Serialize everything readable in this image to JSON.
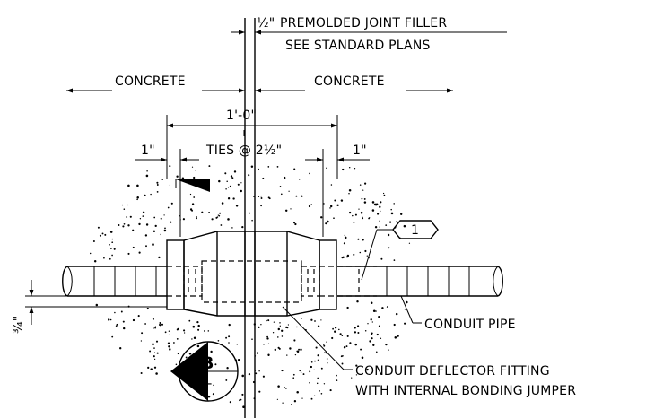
{
  "labels": {
    "joint_filler_fraction": "½\"",
    "joint_filler_text": "PREMOLDED JOINT FILLER",
    "see_plans": "SEE STANDARD PLANS",
    "concrete_left": "CONCRETE",
    "concrete_right": "CONCRETE",
    "overall_dim": "1'-0\"",
    "ties": "TIES @ 2½\"",
    "left_gap": "1\"",
    "right_gap": "1\"",
    "callout_number": "1",
    "conduit_pipe": "CONDUIT PIPE",
    "fitting_line1": "CONDUIT DEFLECTOR FITTING",
    "fitting_line2": "WITH INTERNAL BONDING JUMPER",
    "offset_dim": "¾\"",
    "section_letter": "B",
    "section_sub": "--"
  }
}
